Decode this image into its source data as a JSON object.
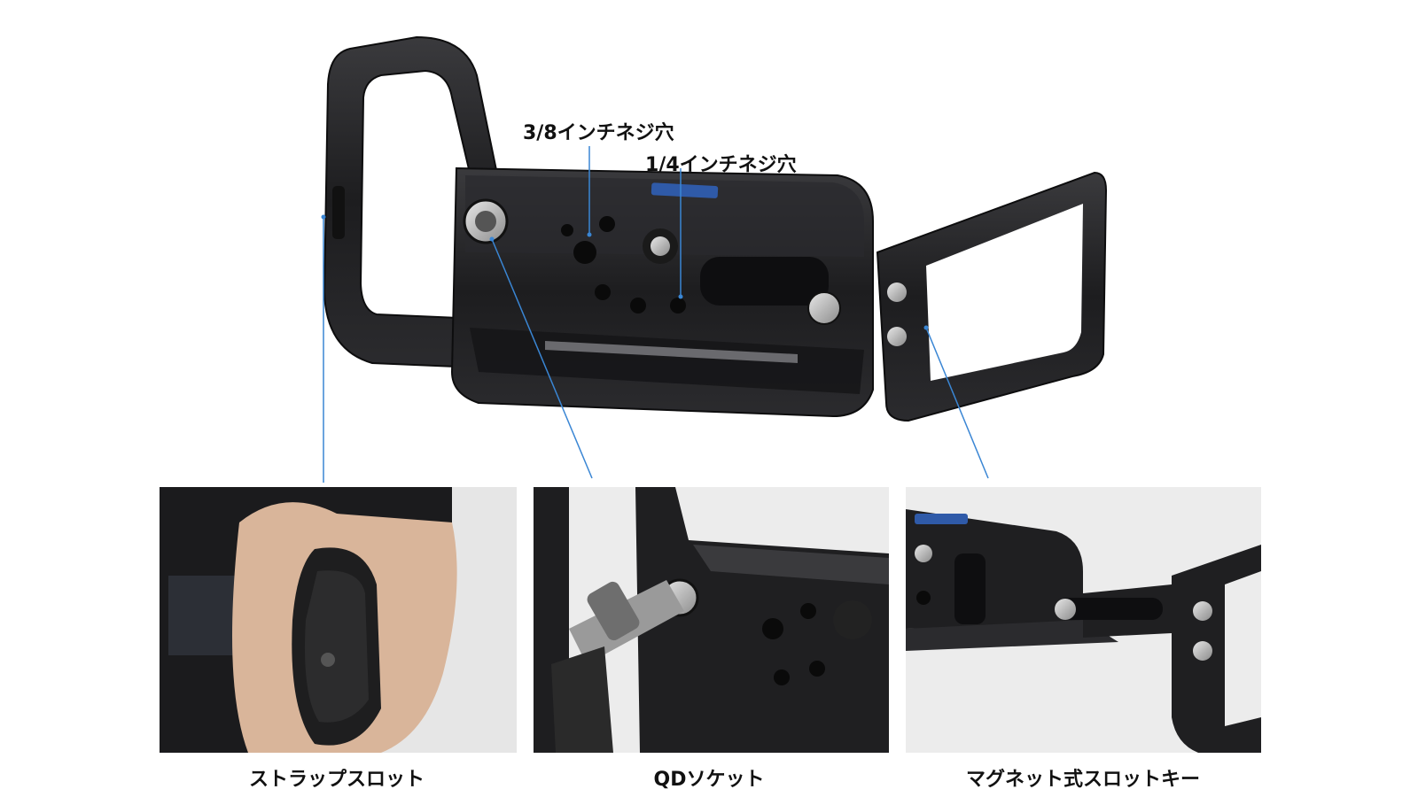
{
  "callouts": {
    "hole_3_8": "3/8インチネジ穴",
    "hole_1_4": "1/4インチネジ穴"
  },
  "captions": {
    "strap_slot": "ストラップスロット",
    "qd_socket": "QDソケット",
    "magnetic_slot_key": "マグネット式スロットキー"
  },
  "colors": {
    "leader_line": "#3a86d4",
    "metal_dark": "#1c1c1e",
    "metal_mid": "#3a3a3d",
    "panel_bg": "#e9e9e9"
  }
}
